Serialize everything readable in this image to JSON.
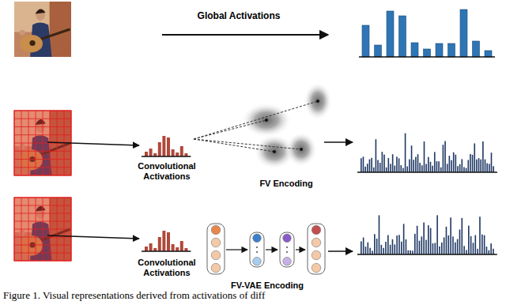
{
  "diagram": {
    "caption": "Figure 1. Visual representations derived from activations of diff",
    "labels": [
      "Global Activations",
      "Convolutional Activations",
      "FV Encoding",
      "Convolutional Activations",
      "FV-VAE Encoding"
    ]
  }
}
